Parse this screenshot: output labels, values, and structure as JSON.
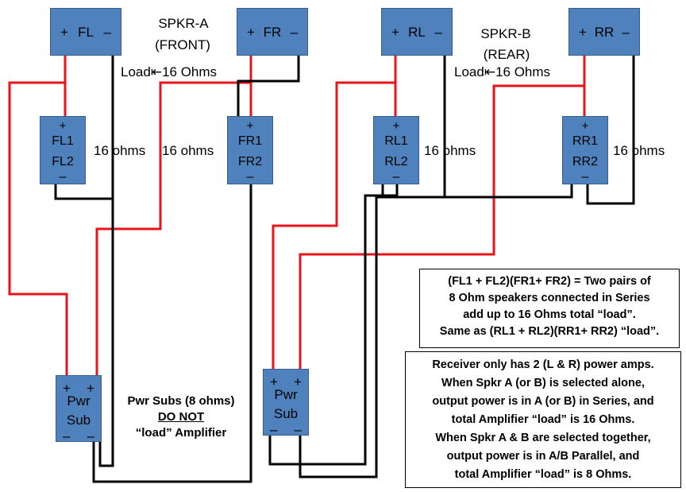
{
  "speakers": {
    "fl": {
      "plus": "+",
      "name": "FL",
      "minus": "–"
    },
    "fr": {
      "plus": "+",
      "name": "FR",
      "minus": "–"
    },
    "rl": {
      "plus": "+",
      "name": "RL",
      "minus": "–"
    },
    "rr": {
      "plus": "+",
      "name": "RR",
      "minus": "–"
    }
  },
  "pairs": {
    "fl": {
      "plus": "+",
      "line1": "FL1",
      "line2": "FL2",
      "minus": "–"
    },
    "fr": {
      "plus": "+",
      "line1": "FR1",
      "line2": "FR2",
      "minus": "–"
    },
    "rl": {
      "plus": "+",
      "line1": "RL1",
      "line2": "RL2",
      "minus": "–"
    },
    "rr": {
      "plus": "+",
      "line1": "RR1",
      "line2": "RR2",
      "minus": "–"
    }
  },
  "subs": {
    "left": {
      "plus_l": "+",
      "plus_r": "+",
      "line1": "Pwr",
      "line2": "Sub",
      "minus_l": "–",
      "minus_r": "–"
    },
    "right": {
      "plus_l": "+",
      "plus_r": "+",
      "line1": "Pwr",
      "line2": "Sub",
      "minus_l": "–",
      "minus_r": "–"
    }
  },
  "labels": {
    "spkr_a_line1": "SPKR-A",
    "spkr_a_line2": "(FRONT)",
    "spkr_a_load": "Load⇤16 Ohms",
    "spkr_b_line1": "SPKR-B",
    "spkr_b_line2": "(REAR)",
    "spkr_b_load": "Load⇤16 Ohms",
    "ohms_fl": "16 ohms",
    "ohms_fr": "16 ohms",
    "ohms_rl": "16 ohms",
    "ohms_rr": "16 ohms"
  },
  "sub_note": {
    "line1": "Pwr Subs (8 ohms)",
    "line2": "DO NOT",
    "line3": "“load” Amplifier"
  },
  "series_note": {
    "line1": "(FL1 + FL2)(FR1+ FR2) = Two pairs of",
    "line2": "8 Ohm speakers connected in Series",
    "line3": "add up to 16 Ohms total “load”.",
    "line4": "Same as (RL1 + RL2)(RR1+ RR2) “load”."
  },
  "receiver_note": {
    "line1": "Receiver only has 2 (L & R) power amps.",
    "line2": "When Spkr A (or B) is selected alone,",
    "line3": "output power is in A (or B) in Series, and",
    "line4": "total Amplifier “load” is 16 Ohms.",
    "line5": "When Spkr A & B are selected together,",
    "line6": "output power is in A/B Parallel, and",
    "line7": "total Amplifier “load” is 8 Ohms."
  },
  "colors": {
    "box_fill": "#4f81bd",
    "positive_wire": "#e8141b",
    "negative_wire": "#000000"
  }
}
